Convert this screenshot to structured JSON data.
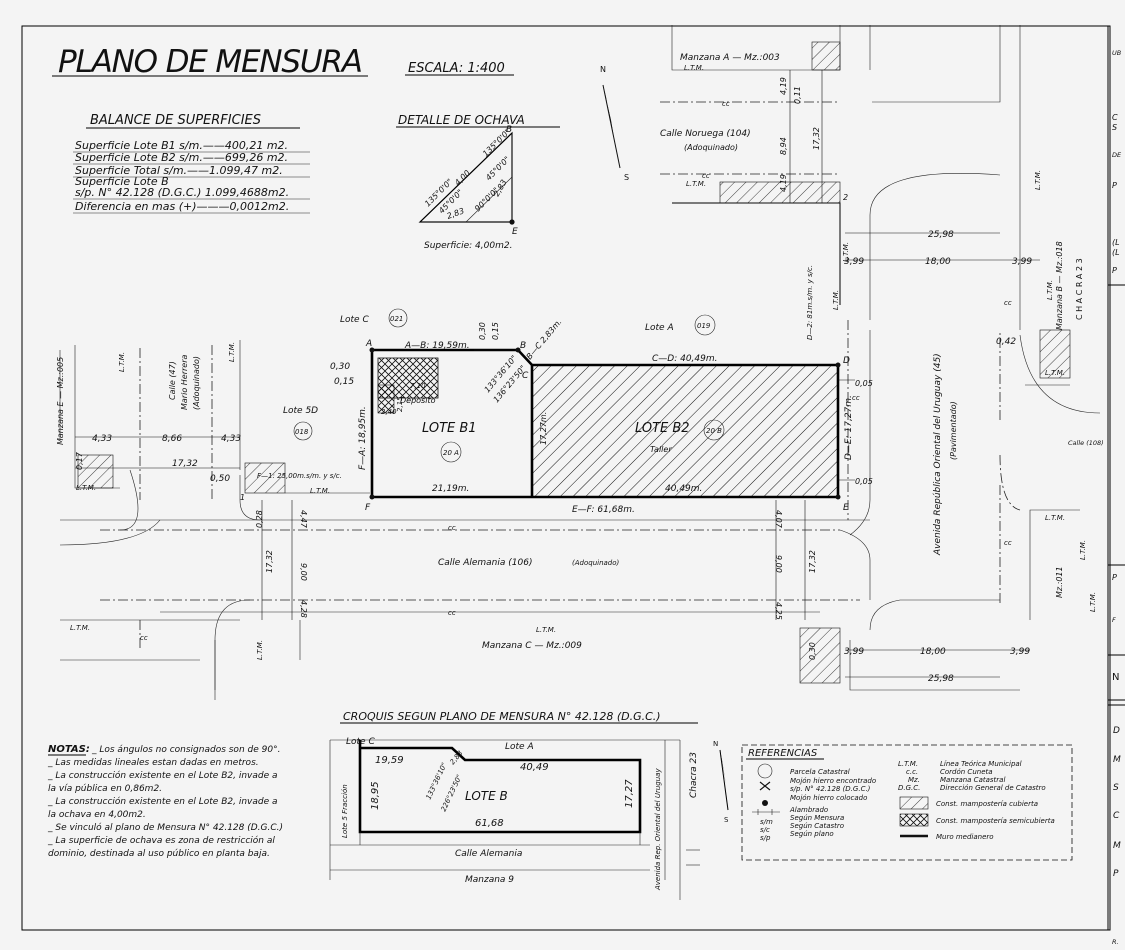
{
  "title": "PLANO DE MENSURA",
  "scale": "ESCALA: 1:400",
  "balance": {
    "heading": "BALANCE DE SUPERFICIES",
    "rows": [
      "Superficie Lote B1 s/m.——400,21 m2.",
      "Superficie Lote B2 s/m.——699,26 m2.",
      "Superficie Total s/m.——1.099,47 m2.",
      "Superficie Lote B",
      "s/p. N° 42.128 (D.G.C.)    1.099,4688m2.",
      "Diferencia en mas (+)———0,0012m2."
    ]
  },
  "ochava": {
    "heading": "DETALLE DE OCHAVA",
    "surface": "Superficie: 4,00m2.",
    "labels": [
      "135°0'0\"",
      "4,00",
      "45°0'0\"",
      "2,83",
      "135°0'0\"",
      "45°0'0\"",
      "90°0'0\"",
      "2,83",
      "B",
      "E"
    ]
  },
  "north": {
    "n": "N",
    "s": "S"
  },
  "streets": {
    "noruega": "Calle Noruega (104)",
    "noruega_sub": "(Adoquinado)",
    "alemania": "Calle Alemania (106)",
    "alemania_sub": "(Adoquinado)",
    "uruguay": "Avenida República Oriental del Uruguay (45)",
    "uruguay_sub": "(Pavimentado)",
    "herrera": "Calle (47)",
    "herrera2": "Mario Herrera",
    "herrera_sub": "(Adoquinado)",
    "calle108": "Calle (108)"
  },
  "manzanas": {
    "a": "Manzana A — Mz.:003",
    "b": "Manzana B — Mz.:018",
    "c": "Manzana C — Mz.:009",
    "e": "Manzana E — Mz.:005",
    "d": "Mz.:011",
    "chacra": "C H A C R A   2 3"
  },
  "lots": {
    "lote_c": "Lote C",
    "lote_c_num": "021",
    "lote_a": "Lote A",
    "lote_a_num": "019",
    "lote_5d": "Lote 5D",
    "lote_5d_num": "018",
    "b1": "LOTE B1",
    "b1_num": "20 A",
    "b1_use": "Deposito",
    "b2": "LOTE B2",
    "b2_num": "20 B",
    "b2_use": "Taller"
  },
  "dims": {
    "ab": "A—B: 19,59m.",
    "bc": "B—C 2,83m.",
    "cd": "C—D: 40,49m.",
    "de": "D—E: 17,27m.",
    "ef": "E—F: 61,68m.",
    "fa": "F—A: 18,95m.",
    "ang1": "133°36'10\"",
    "ang2": "136°23'50\"",
    "b1_bottom": "21,19m.",
    "b2_bottom": "40,49m.",
    "mid_vert": "17,27m.",
    "d030": "0,30",
    "d015": "0,15",
    "d710": "7,10",
    "d215": "2,15",
    "d240": "2,40",
    "d005a": "0,05",
    "d005b": "0,05",
    "d_top_030": "0,30",
    "d_top_015": "0,15",
    "rt_2598": "25,98",
    "rt_399": "3,99",
    "rt_1800": "18,00",
    "rt_399b": "3,99",
    "rb_399": "3,99",
    "rb_1800": "18,00",
    "rb_399b": "3,99",
    "rb_2598": "25,98",
    "lt_433": "4,33",
    "lt_866": "8,66",
    "lt_433b": "4,33",
    "lt_1732": "17,32",
    "lt_050": "0,50",
    "lt_f1": "F—1: 25,00m.s/m. y s/c.",
    "lt_017": "0,17",
    "top_419": "4,19",
    "top_011": "0,11",
    "top_894": "8,94",
    "top_1732": "17,32",
    "top_419b": "4,19",
    "v_d2": "D—2: 81m.s/m. y s/c.",
    "v_042": "0,42",
    "bot_1732": "17,32",
    "bot_900": "9,00",
    "bot_428": "4,28",
    "bot_028": "0,28",
    "bot_447": "4,47",
    "bot_1732b": "17,32",
    "bot_900b": "9,00",
    "bot_407": "4,07",
    "bot_425": "4,25",
    "bot_030": "0,30"
  },
  "ltm": "L.T.M.",
  "cc": "cc",
  "points": {
    "a": "A",
    "b": "B",
    "c": "C",
    "d": "D",
    "e": "E",
    "f": "F",
    "one": "1",
    "two": "2"
  },
  "notes": {
    "heading": "NOTAS:",
    "lines": [
      "_ Los ángulos no consignados son de 90°.",
      "_ Las medidas lineales estan dadas en metros.",
      "_ La construcción existente en el Lote B2, invade a",
      "  la vía pública en 0,86m2.",
      "_ La construcción existente en el Lote B2, invade a",
      "  la ochava en 4,00m2.",
      "_ Se vinculó al plano de Mensura N° 42.128 (D.G.C.)",
      "_ La superficie de ochava es zona de restricción al",
      "  dominio, destinada al uso público en planta baja."
    ]
  },
  "croquis": {
    "heading": "CROQUIS SEGUN PLANO DE MENSURA N° 42.128 (D.G.C.)",
    "lote_c": "Lote C",
    "lote_a": "Lote A",
    "lote_b": "LOTE B",
    "frac": "Lote 5 Fracción",
    "top1": "19,59",
    "top2": "40,49",
    "left": "18,95",
    "right": "17,27",
    "bottom": "61,68",
    "ang1": "133°36'10\"",
    "ang2": "226°23'50\"",
    "side": "2,83",
    "street": "Calle Alemania",
    "manzana": "Manzana 9",
    "avenida": "Avenida Rep. Oriental del Uruguay",
    "chacra": "Chacra 23"
  },
  "referencias": {
    "heading": "REFERENCIAS",
    "left": [
      "Parcela Catastral",
      "Mojón hierro encontrado",
      "s/p. N° 42.128 (D.G.C.)",
      "Mojón hierro colocado",
      "Alambrado",
      "Según Mensura",
      "Según Catastro",
      "Según plano"
    ],
    "abbr": [
      "s/m",
      "s/c",
      "s/p"
    ],
    "codes": [
      "L.T.M.",
      "c.c.",
      "Mz.",
      "D.G.C."
    ],
    "code_desc": [
      "Línea Teórica Municipal",
      "Cordón Cuneta",
      "Manzana Catastral",
      "Dirección General de Catastro"
    ],
    "legend": [
      "Const. mampostería cubierta",
      "Const. mampostería semicubierta",
      "Muro medianero"
    ]
  },
  "right_panel": {
    "letters": [
      "UB",
      "C",
      "S",
      "DE",
      "P",
      "(L",
      "(L",
      "P",
      "P",
      "F",
      "N",
      "D",
      "M",
      "S",
      "C",
      "M",
      "P"
    ]
  },
  "corner_tag": "R."
}
